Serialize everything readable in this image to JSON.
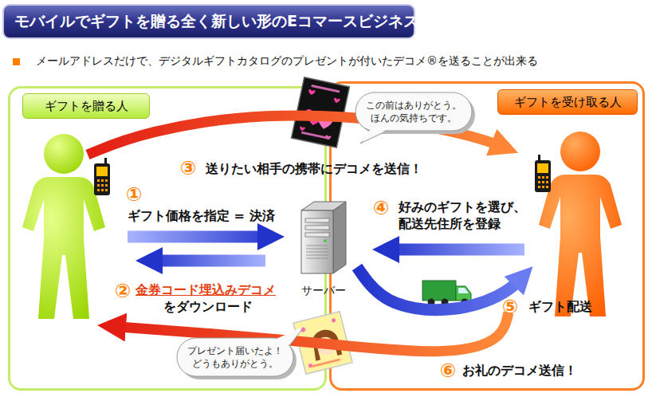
{
  "diagram": {
    "title": "モバイルでギフトを贈る全く新しい形のEコマースビジネス",
    "nodes": [
      {
        "text": [
          "ギフトを贈る人"
        ]
      },
      {
        "text": [
          "ギフトを受け取る人"
        ]
      },
      {
        "text": [
          "この前はありがとう。 ほんの気持ちです。"
        ],
        "in": 1
      },
      {
        "text": [
          "サーバー"
        ]
      },
      {
        "text": [
          "プレゼント届いたよ！ どうもありがとう。"
        ],
        "in": 0
      }
    ],
    "edges": [
      {
        "from": 0,
        "to": 1,
        "arrow": "to"
      },
      {
        "from": 0,
        "to": 3,
        "arrow": "to"
      },
      {
        "from": 3,
        "to": 0,
        "arrow": "to"
      },
      {
        "from": 1,
        "to": 3,
        "arrow": "to"
      },
      {
        "from": 3,
        "to": 1,
        "arrow": "to"
      },
      {
        "from": 1,
        "to": 0,
        "arrow": "to"
      }
    ],
    "labels": [
      "メールアドレスだけで、デジタルギフトカタログのプレゼントが付いたデコメ®を送ることが出来る",
      "③",
      "送りたい相手の携帯にデコメを送信！",
      "①",
      "ギフト価格を指定 = 決済",
      "④",
      "好みのギフトを選び、 配送先住所を登録",
      "②",
      "金券コード埋込みデコメ",
      "をダウンロード",
      "⑤",
      "ギフト配送",
      "⑥",
      "お礼のデコメ送信！"
    ]
  }
}
